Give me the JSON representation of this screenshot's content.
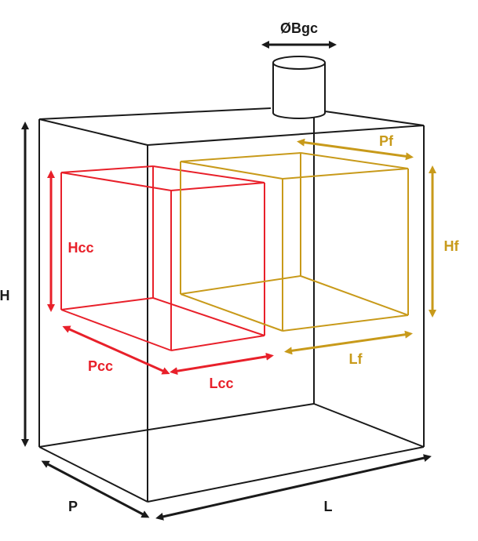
{
  "colors": {
    "outer": "#1a1a1a",
    "red_box": "#e8202a",
    "gold_box": "#c89a1a",
    "background": "#ffffff"
  },
  "labels": {
    "chimney": "ØBgc",
    "height": "H",
    "depth": "P",
    "length": "L",
    "red_height": "Hcc",
    "red_depth": "Pcc",
    "red_length": "Lcc",
    "gold_depth": "Pf",
    "gold_height": "Hf",
    "gold_length": "Lf"
  }
}
